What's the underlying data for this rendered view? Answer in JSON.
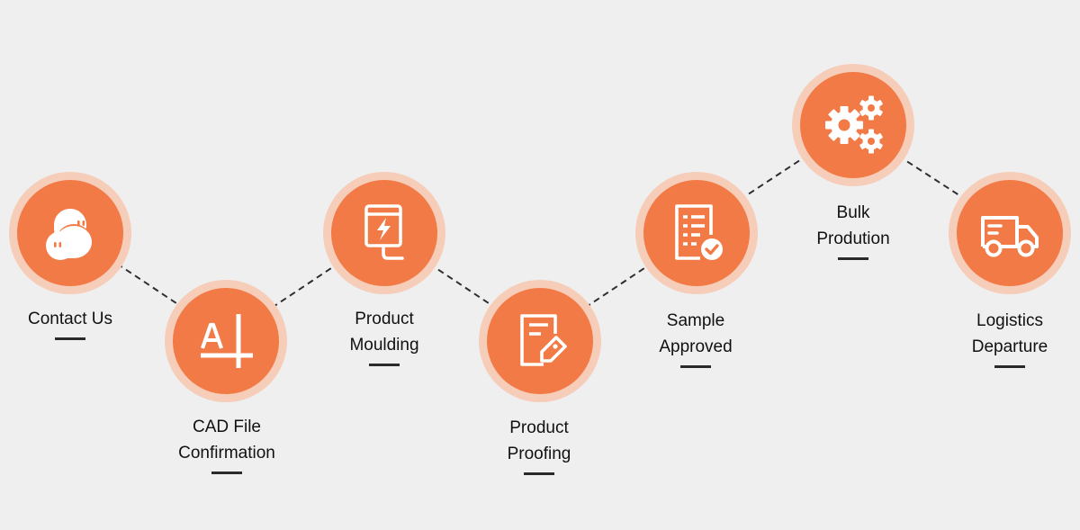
{
  "colors": {
    "background": "#efefef",
    "circle_ring": "#f6cdb8",
    "circle_fill": "#f27a46",
    "icon": "#ffffff",
    "connector": "#2e2e2e",
    "text": "#111111"
  },
  "steps": [
    {
      "label_lines": [
        "Contact Us"
      ],
      "icon": "chat-bubbles-icon"
    },
    {
      "label_lines": [
        "CAD File",
        "Confirmation"
      ],
      "icon": "cad-drafting-icon"
    },
    {
      "label_lines": [
        "Product",
        "Moulding"
      ],
      "icon": "mould-machine-icon"
    },
    {
      "label_lines": [
        "Product",
        "Proofing"
      ],
      "icon": "proof-document-icon"
    },
    {
      "label_lines": [
        "Sample",
        "Approved"
      ],
      "icon": "approved-checklist-icon"
    },
    {
      "label_lines": [
        "Bulk",
        "Prodution"
      ],
      "icon": "gears-icon"
    },
    {
      "label_lines": [
        "Logistics",
        "Departure"
      ],
      "icon": "delivery-truck-icon"
    }
  ]
}
